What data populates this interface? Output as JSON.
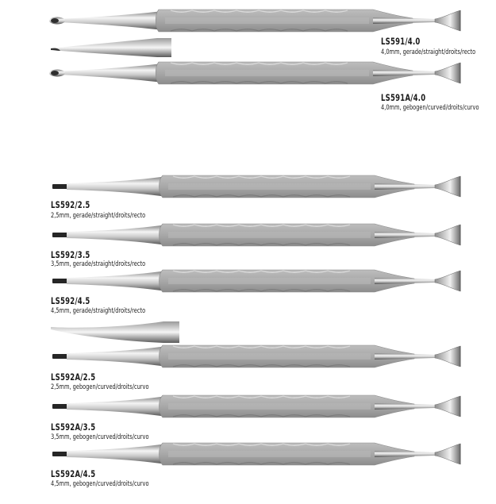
{
  "instruments": [
    {
      "code": "LS591/4.0",
      "desc": "4,0mm, gerade/straight/droits/recto"
    },
    {
      "code": "LS591A/4.0",
      "desc": "4,0mm, gebogen/curved/droits/curvo"
    },
    {
      "code": "LS592/2.5",
      "desc": "2,5mm, gerade/straight/droits/recto"
    },
    {
      "code": "LS592/3.5",
      "desc": "3,5mm, gerade/straight/droits/recto"
    },
    {
      "code": "LS592/4.5",
      "desc": "4,5mm, gerade/straight/droits/recto"
    },
    {
      "code": "LS592A/2.5",
      "desc": "2,5mm, gebogen/curved/droits/curvo"
    },
    {
      "code": "LS592A/3.5",
      "desc": "3,5mm, gebogen/curved/droits/curvo"
    },
    {
      "code": "LS592A/4.5",
      "desc": "4,5mm, gebogen/curved/droits/curvo"
    }
  ],
  "colors": {
    "handle": "#a3a3a3",
    "steel_light": "#f2f2f2",
    "steel_dark": "#5c5c5c",
    "text": "#1a1a1a"
  }
}
